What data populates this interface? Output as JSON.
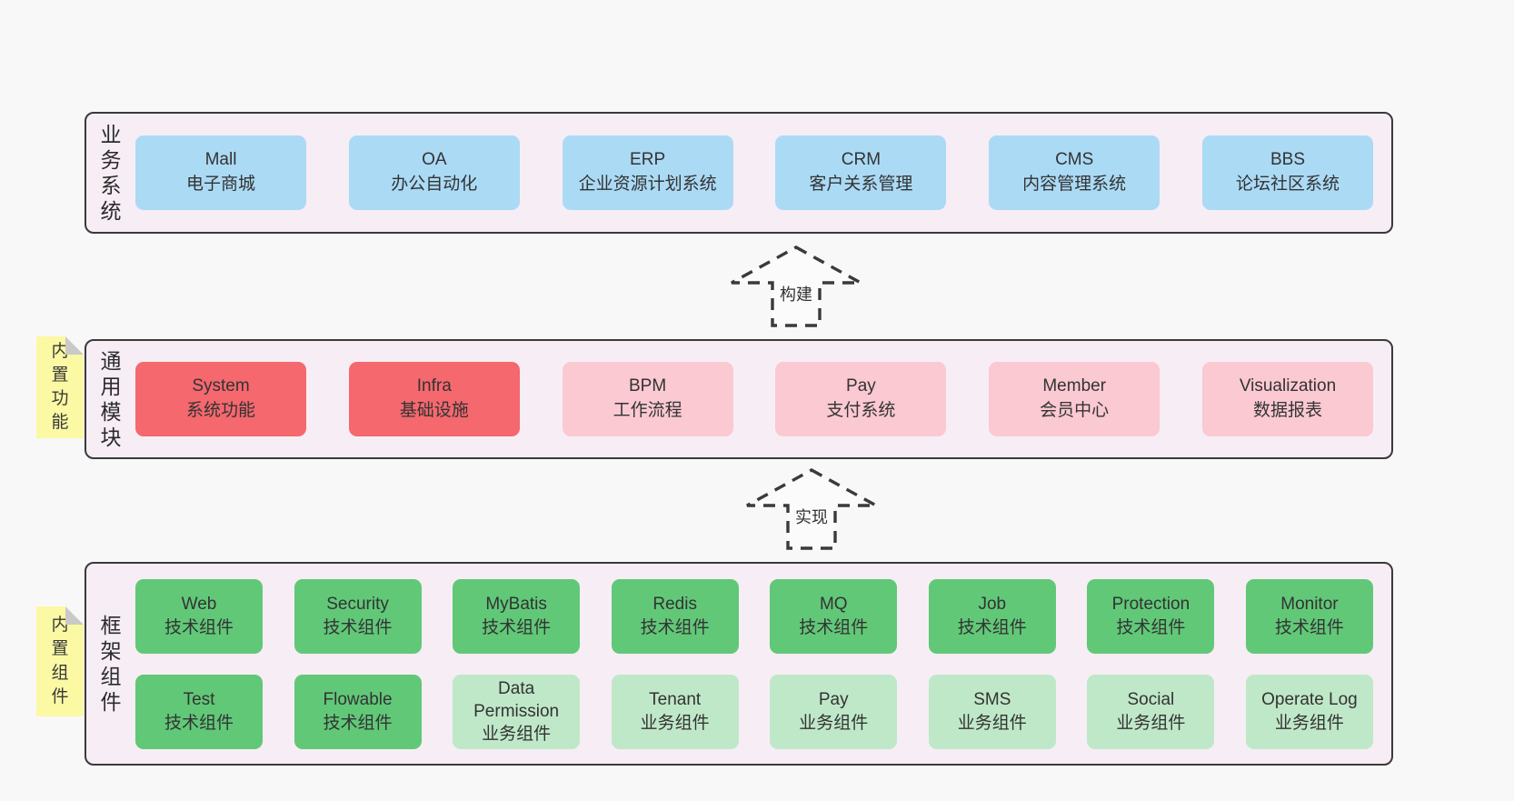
{
  "colors": {
    "page_bg": "#f8f8f8",
    "container_bg": "#f7edf5",
    "container_border": "#3a3a3a",
    "box_blue": "#abdaf5",
    "box_red": "#f4686e",
    "box_pink": "#fbc9d2",
    "box_green": "#61c878",
    "box_light_green": "#bfe8c8",
    "sticky_yellow": "#fbf9a3",
    "sticky_fold_grey": "#c9c9c9"
  },
  "layers": [
    {
      "label": "业务系统",
      "boxes": [
        {
          "name": "Mall",
          "desc": "电子商城"
        },
        {
          "name": "OA",
          "desc": "办公自动化"
        },
        {
          "name": "ERP",
          "desc": "企业资源计划系统"
        },
        {
          "name": "CRM",
          "desc": "客户关系管理"
        },
        {
          "name": "CMS",
          "desc": "内容管理系统"
        },
        {
          "name": "BBS",
          "desc": "论坛社区系统"
        }
      ]
    },
    {
      "label": "通用模块",
      "tag": "内置功能",
      "boxes": [
        {
          "name": "System",
          "desc": "系统功能"
        },
        {
          "name": "Infra",
          "desc": "基础设施"
        },
        {
          "name": "BPM",
          "desc": "工作流程"
        },
        {
          "name": "Pay",
          "desc": "支付系统"
        },
        {
          "name": "Member",
          "desc": "会员中心"
        },
        {
          "name": "Visualization",
          "desc": "数据报表"
        }
      ]
    },
    {
      "label": "框架组件",
      "tag": "内置组件",
      "rows": [
        [
          {
            "name": "Web",
            "desc": "技术组件"
          },
          {
            "name": "Security",
            "desc": "技术组件"
          },
          {
            "name": "MyBatis",
            "desc": "技术组件"
          },
          {
            "name": "Redis",
            "desc": "技术组件"
          },
          {
            "name": "MQ",
            "desc": "技术组件"
          },
          {
            "name": "Job",
            "desc": "技术组件"
          },
          {
            "name": "Protection",
            "desc": "技术组件"
          },
          {
            "name": "Monitor",
            "desc": "技术组件"
          }
        ],
        [
          {
            "name": "Test",
            "desc": "技术组件"
          },
          {
            "name": "Flowable",
            "desc": "技术组件"
          },
          {
            "name": "Data Permission",
            "desc": "业务组件"
          },
          {
            "name": "Tenant",
            "desc": "业务组件"
          },
          {
            "name": "Pay",
            "desc": "业务组件"
          },
          {
            "name": "SMS",
            "desc": "业务组件"
          },
          {
            "name": "Social",
            "desc": "业务组件"
          },
          {
            "name": "Operate Log",
            "desc": "业务组件"
          }
        ]
      ]
    }
  ],
  "arrows": [
    {
      "label": "构建"
    },
    {
      "label": "实现"
    }
  ]
}
